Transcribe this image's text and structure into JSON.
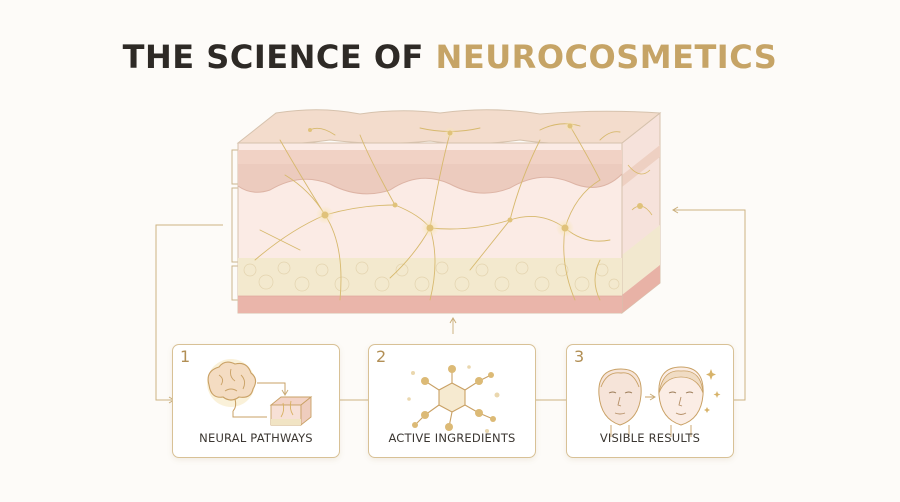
{
  "title": {
    "part1": "THE SCIENCE OF ",
    "part2": "NEUROCOSMETICS"
  },
  "colors": {
    "gold": "#c6a466",
    "dark": "#2e2a26",
    "skin": "#f4dcd0",
    "dermis": "#fae9e2",
    "fat": "#f3ead2",
    "muscle": "#eab6ac"
  },
  "steps": [
    {
      "number": "1",
      "label": "NEURAL PATHWAYS",
      "icon": "brain-to-skin-icon"
    },
    {
      "number": "2",
      "label": "ACTIVE INGREDIENTS",
      "icon": "molecule-icon"
    },
    {
      "number": "3",
      "label": "VISIBLE RESULTS",
      "icon": "face-transformation-icon"
    }
  ]
}
